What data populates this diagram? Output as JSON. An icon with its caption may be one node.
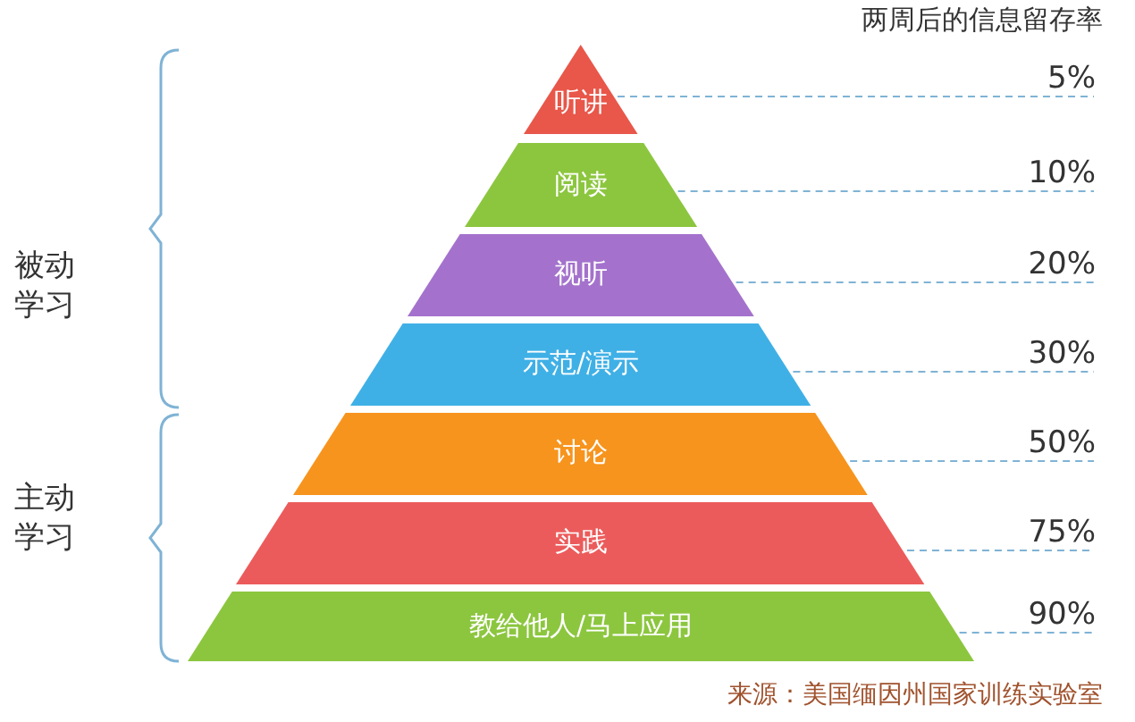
{
  "diagram": {
    "caption": "来源：美国缅因州国家训练实验室",
    "nodes": [
      {
        "text": [
          "听讲"
        ]
      },
      {
        "text": [
          "阅读"
        ]
      },
      {
        "text": [
          "视听"
        ]
      },
      {
        "text": [
          "示范/演示"
        ]
      },
      {
        "text": [
          "讨论"
        ]
      },
      {
        "text": [
          "实践"
        ]
      },
      {
        "text": [
          "教给他人/马上应用"
        ]
      },
      {
        "text": [
          "5%"
        ]
      },
      {
        "text": [
          "10%"
        ]
      },
      {
        "text": [
          "20%"
        ]
      },
      {
        "text": [
          "30%"
        ]
      },
      {
        "text": [
          "50%"
        ]
      },
      {
        "text": [
          "75%"
        ]
      },
      {
        "text": [
          "90%"
        ]
      }
    ],
    "edges": [
      {
        "from": 0,
        "to": 7,
        "arrow": "none",
        "style": "dashed"
      },
      {
        "from": 1,
        "to": 8,
        "arrow": "none",
        "style": "dashed"
      },
      {
        "from": 2,
        "to": 9,
        "arrow": "none",
        "style": "dashed"
      },
      {
        "from": 3,
        "to": 10,
        "arrow": "none",
        "style": "dashed"
      },
      {
        "from": 4,
        "to": 11,
        "arrow": "none",
        "style": "dashed"
      },
      {
        "from": 5,
        "to": 12,
        "arrow": "none",
        "style": "dashed"
      },
      {
        "from": 6,
        "to": 13,
        "arrow": "none",
        "style": "dashed"
      }
    ],
    "labels": [
      "两周后的信息留存率",
      "被动学习",
      "主动学习"
    ]
  }
}
